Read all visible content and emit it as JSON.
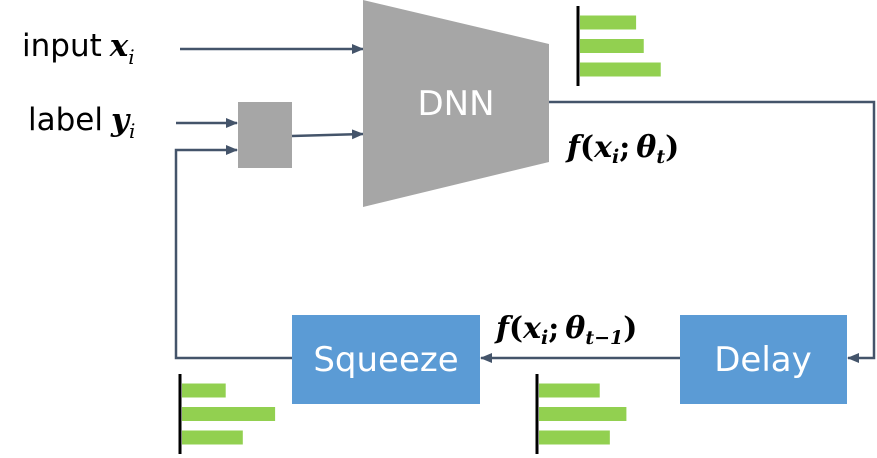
{
  "inputs": {
    "input_word": "input",
    "input_var": "x",
    "input_sub": "i",
    "label_word": "label",
    "label_var": "y",
    "label_sub": "i"
  },
  "nodes": {
    "dnn": "DNN",
    "squeeze": "Squeeze",
    "delay": "Delay"
  },
  "formulas": {
    "f_name": "f",
    "x_var": "x",
    "x_sub": "i",
    "sep": ";",
    "theta": "θ",
    "out_sub": "t",
    "prev_sub": "t−1"
  },
  "histograms": {
    "dnn_output": [
      0.66,
      0.75,
      0.95
    ],
    "delayed_output": [
      0.66,
      0.95,
      0.77
    ],
    "squeezed_output": [
      0.46,
      0.98,
      0.64
    ]
  },
  "colors": {
    "dnn_fill": "#a6a6a6",
    "merge_fill": "#a6a6a6",
    "box_fill": "#5b9bd5",
    "bar_fill": "#92d050",
    "arrow": "#44546a"
  }
}
